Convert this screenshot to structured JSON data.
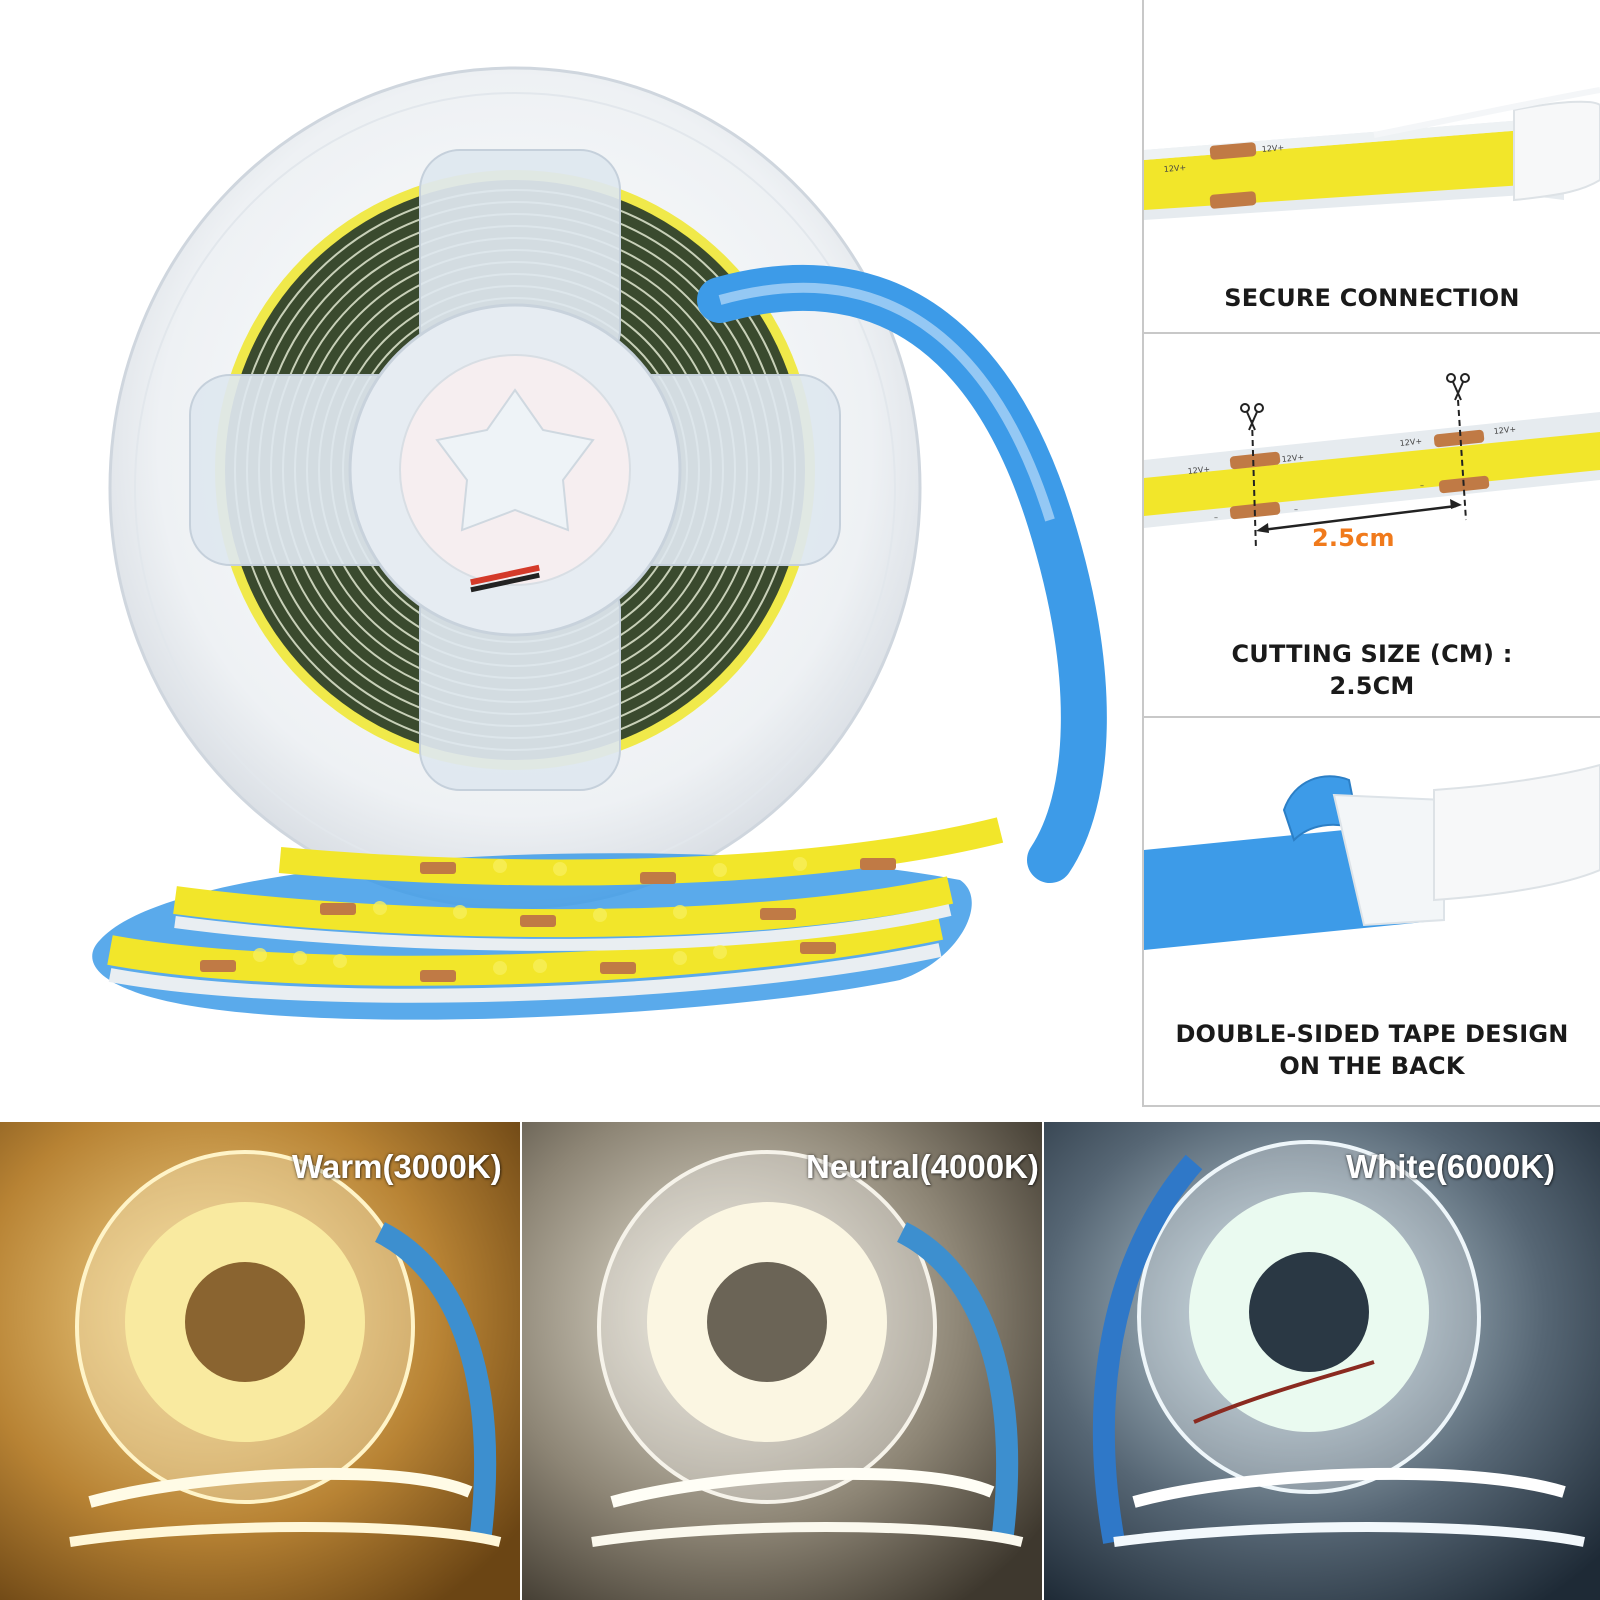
{
  "features": [
    {
      "caption": "SECURE CONNECTION"
    },
    {
      "caption_line1": "CUTTING SIZE (CM) :",
      "caption_line2": "2.5CM",
      "measure_label": "2.5cm"
    },
    {
      "caption_line1": "DOUBLE-SIDED TAPE DESIGN",
      "caption_line2": "ON THE BACK"
    }
  ],
  "strip_markings": {
    "positive": "12V+",
    "negative": "–"
  },
  "color_temps": [
    {
      "label": "Warm(3000K)"
    },
    {
      "label": "Neutral(4000K)"
    },
    {
      "label": "White(6000K)"
    }
  ],
  "colors": {
    "led_yellow": "#f2e62a",
    "copper_pad": "#c07a45",
    "tape_blue": "#3d9be8",
    "measure_orange": "#f07a1c",
    "warm_bg": "#a57224",
    "neutral_bg": "#6e6658",
    "white_bg": "#3c4a58"
  }
}
